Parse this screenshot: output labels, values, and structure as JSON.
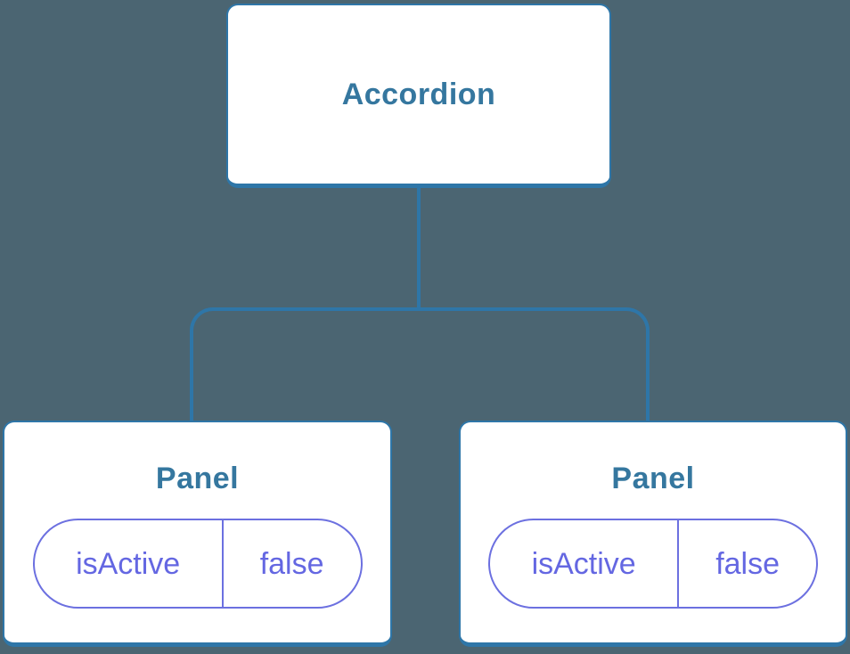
{
  "diagram": {
    "background_color": "#4B6572",
    "line_color": "#2E76A8",
    "node_title_color": "#35779F",
    "state_text_color": "#6467E2",
    "state_border_color": "#6C70E0",
    "root": {
      "label": "Accordion"
    },
    "panels": [
      {
        "label": "Panel",
        "state": {
          "key": "isActive",
          "value": "false"
        }
      },
      {
        "label": "Panel",
        "state": {
          "key": "isActive",
          "value": "false"
        }
      }
    ]
  }
}
